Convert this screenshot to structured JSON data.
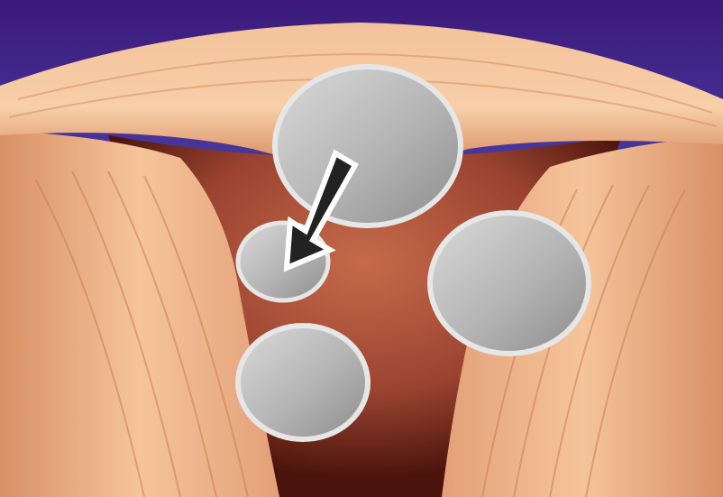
{
  "scene": {
    "subject": "uterus-cross-section",
    "markers": [
      {
        "id": "marker-top",
        "shape": "ellipse"
      },
      {
        "id": "marker-small-left",
        "shape": "ellipse"
      },
      {
        "id": "marker-right",
        "shape": "ellipse"
      },
      {
        "id": "marker-bottom-left",
        "shape": "ellipse"
      }
    ],
    "pointer": {
      "icon": "arrow-icon",
      "direction": "down-left",
      "target": "marker-small-left"
    }
  },
  "colors": {
    "background_top": "#3b1a7a",
    "background_bottom": "#d8d6f2",
    "muscle_light": "#f6caa0",
    "muscle_mid": "#e9a679",
    "muscle_dark": "#c77a52",
    "cavity_dark": "#5a1a10",
    "cavity_light": "#b85b40",
    "marker_fill_light": "#d9d9d9",
    "marker_fill_dark": "#8f8f8f",
    "marker_stroke": "#e6e6e6",
    "arrow_fill": "#222222",
    "arrow_stroke": "#ffffff"
  }
}
